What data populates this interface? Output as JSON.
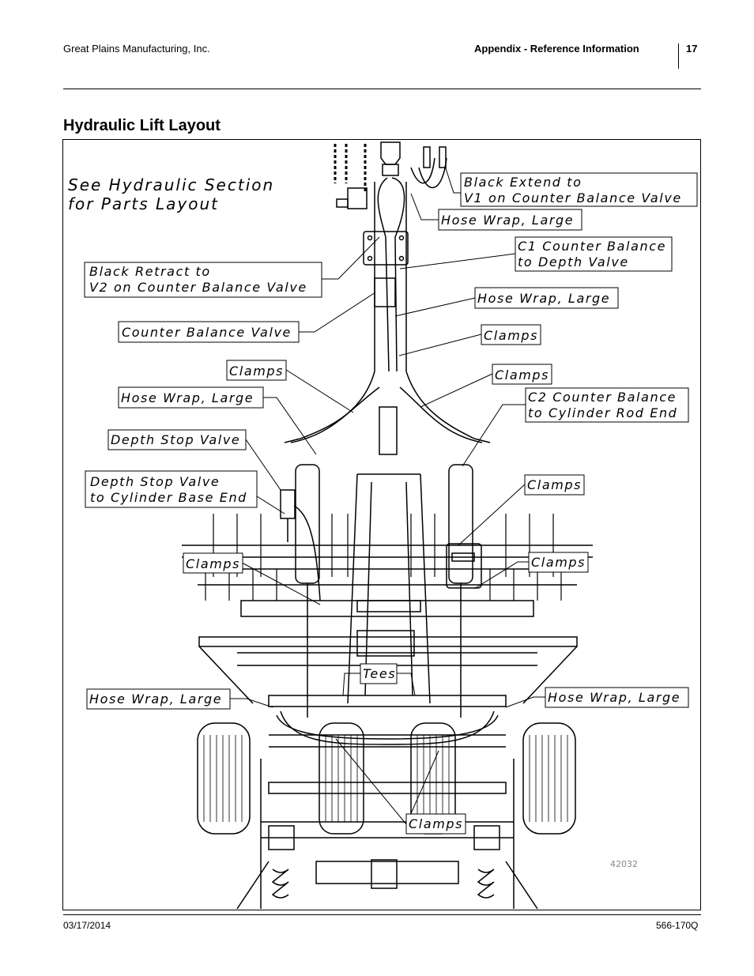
{
  "header": {
    "company": "Great Plains Manufacturing, Inc.",
    "section": "Appendix - Reference Information",
    "page_number": "17"
  },
  "title": "Hydraulic Lift Layout",
  "diagram": {
    "note_line1": "See Hydraulic Section",
    "note_line2": "for Parts Layout",
    "labels": {
      "black_extend_1": "Black Extend to",
      "black_extend_2": "V1 on Counter Balance Valve",
      "hose_wrap_top": "Hose Wrap, Large",
      "c1_1": "C1 Counter Balance",
      "c1_2": "to Depth Valve",
      "black_retract_1": "Black Retract to",
      "black_retract_2": "V2 on Counter Balance Valve",
      "hose_wrap_mid": "Hose Wrap, Large",
      "counter_balance_valve": "Counter Balance Valve",
      "clamps_1": "Clamps",
      "clamps_2": "Clamps",
      "clamps_3": "Clamps",
      "hose_wrap_left_upper": "Hose Wrap, Large",
      "c2_1": "C2 Counter Balance",
      "c2_2": "to Cylinder Rod End",
      "depth_stop_valve": "Depth Stop Valve",
      "dsv_base_1": "Depth Stop Valve",
      "dsv_base_2": "to Cylinder Base End",
      "clamps_4": "Clamps",
      "clamps_5": "Clamps",
      "clamps_6": "Clamps",
      "tees": "Tees",
      "hose_wrap_lower_left": "Hose Wrap, Large",
      "hose_wrap_lower_right": "Hose Wrap, Large",
      "clamps_7": "Clamps"
    },
    "figure_id": "42032"
  },
  "footer": {
    "date": "03/17/2014",
    "doc_number": "566-170Q"
  }
}
